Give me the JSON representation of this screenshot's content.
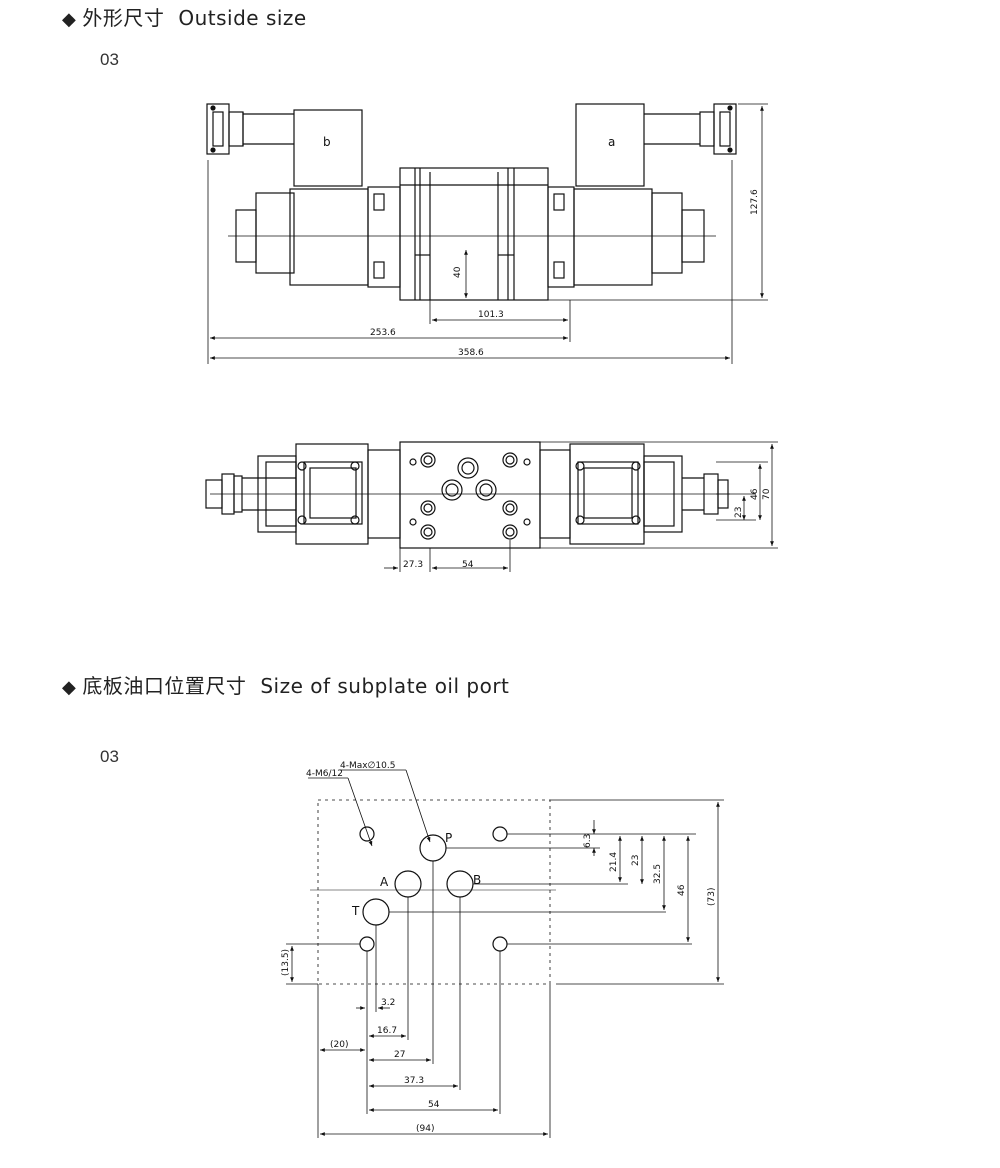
{
  "sections": [
    {
      "diamond": "◆",
      "title_cn": "外形尺寸",
      "title_en": "Outside size",
      "model": "03"
    },
    {
      "diamond": "◆",
      "title_cn": "底板油口位置尺寸",
      "title_en": "Size of subplate oil port",
      "model": "03"
    }
  ],
  "front_view": {
    "solenoid_left": "b",
    "solenoid_right": "a",
    "dims": {
      "h40": "40",
      "w101": "101.3",
      "w253": "253.6",
      "w358": "358.6",
      "h127": "127.6"
    }
  },
  "top_view": {
    "dims": {
      "w27": "27.3",
      "w54": "54",
      "h23": "23",
      "h46": "46",
      "h70": "70"
    }
  },
  "subplate": {
    "callout_screw": "4-M6/12",
    "callout_port": "4-Max∅10.5",
    "ports": {
      "P": "P",
      "A": "A",
      "B": "B",
      "T": "T"
    },
    "dims": {
      "v63": "6.3",
      "v214": "21.4",
      "v23": "23",
      "v325": "32.5",
      "v46": "46",
      "v73": "(73)",
      "v135": "(13.5)",
      "h32": "3.2",
      "h167": "16.7",
      "h20": "(20)",
      "h27": "27",
      "h373": "37.3",
      "h54": "54",
      "h94": "(94)"
    }
  }
}
